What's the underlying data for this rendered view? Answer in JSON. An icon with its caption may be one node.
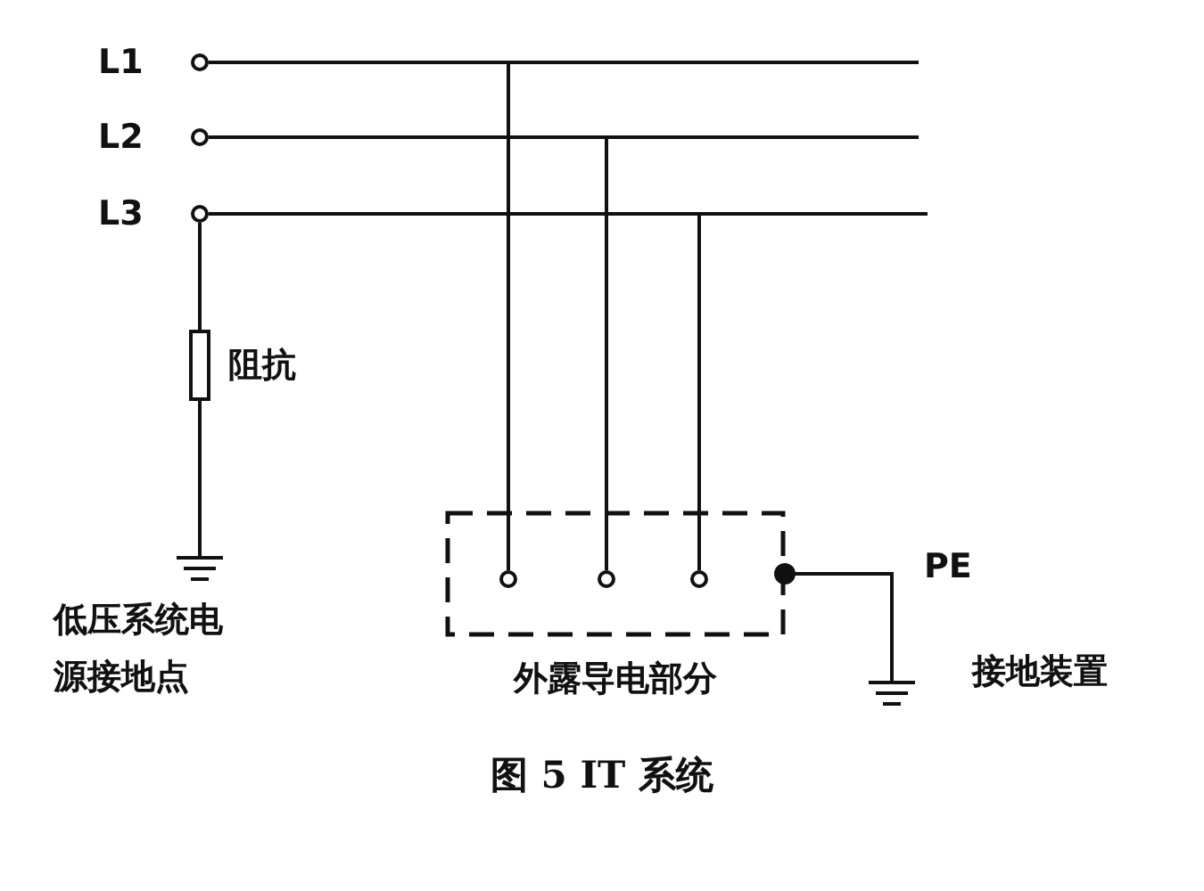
{
  "diagram": {
    "caption": "图 5 IT 系统",
    "nodes": [
      {
        "text": [
          "L1"
        ]
      },
      {
        "text": [
          "L2"
        ]
      },
      {
        "text": [
          "L3"
        ]
      },
      {
        "text": [],
        "shape": "box",
        "beside": [
          "阻抗"
        ]
      },
      {
        "text": [],
        "shape": "ground",
        "beside": [
          "低压系统电源接地点"
        ]
      },
      {
        "text": [
          "外露导电部分"
        ]
      },
      {
        "text": [],
        "shape": "circle",
        "in": 5
      },
      {
        "text": [],
        "shape": "circle",
        "in": 5
      },
      {
        "text": [],
        "shape": "circle",
        "in": 5
      },
      {
        "text": [],
        "shape": "ground",
        "beside": [
          "接地装置"
        ]
      }
    ],
    "edges": [
      {
        "from": 0,
        "to": null,
        "arrow": "none"
      },
      {
        "from": 1,
        "to": null,
        "arrow": "none"
      },
      {
        "from": 2,
        "to": null,
        "arrow": "none"
      },
      {
        "from": 0,
        "to": 6,
        "arrow": "none"
      },
      {
        "from": 1,
        "to": 7,
        "arrow": "none"
      },
      {
        "from": 2,
        "to": 8,
        "arrow": "none"
      },
      {
        "from": 2,
        "to": 3,
        "arrow": "none"
      },
      {
        "from": 3,
        "to": 4,
        "arrow": "none"
      },
      {
        "from": 5,
        "to": 9,
        "arrow": "other",
        "label": "PE"
      }
    ]
  }
}
